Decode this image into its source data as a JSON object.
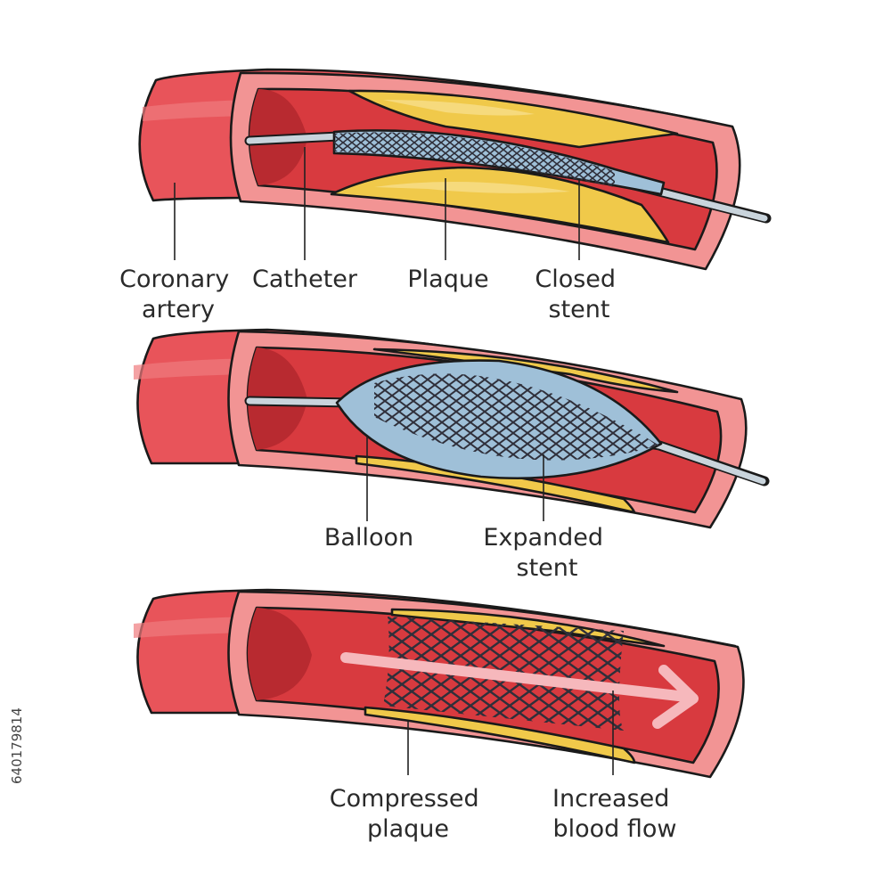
{
  "labels": {
    "coronary_artery": [
      "Coronary",
      "artery"
    ],
    "catheter": "Catheter",
    "plaque": "Plaque",
    "closed_stent": [
      "Closed",
      "stent"
    ],
    "balloon": "Balloon",
    "expanded_stent": [
      "Expanded",
      "stent"
    ],
    "compressed_plaque": [
      "Compressed",
      "plaque"
    ],
    "increased_blood_flow": [
      "Increased",
      "blood flow"
    ]
  },
  "stock_id": "640179814",
  "colors": {
    "artery_outer": "#e8545a",
    "artery_wall": "#f08a8a",
    "lumen": "#d83a3f",
    "lumen_dark": "#b82a30",
    "plaque": "#f0c94a",
    "plaque_light": "#f7df8a",
    "stent": "#3a3a4a",
    "balloon": "#9fc0d8",
    "catheter": "#c9d4dc",
    "flow_arrow": "#f6b8bc"
  }
}
